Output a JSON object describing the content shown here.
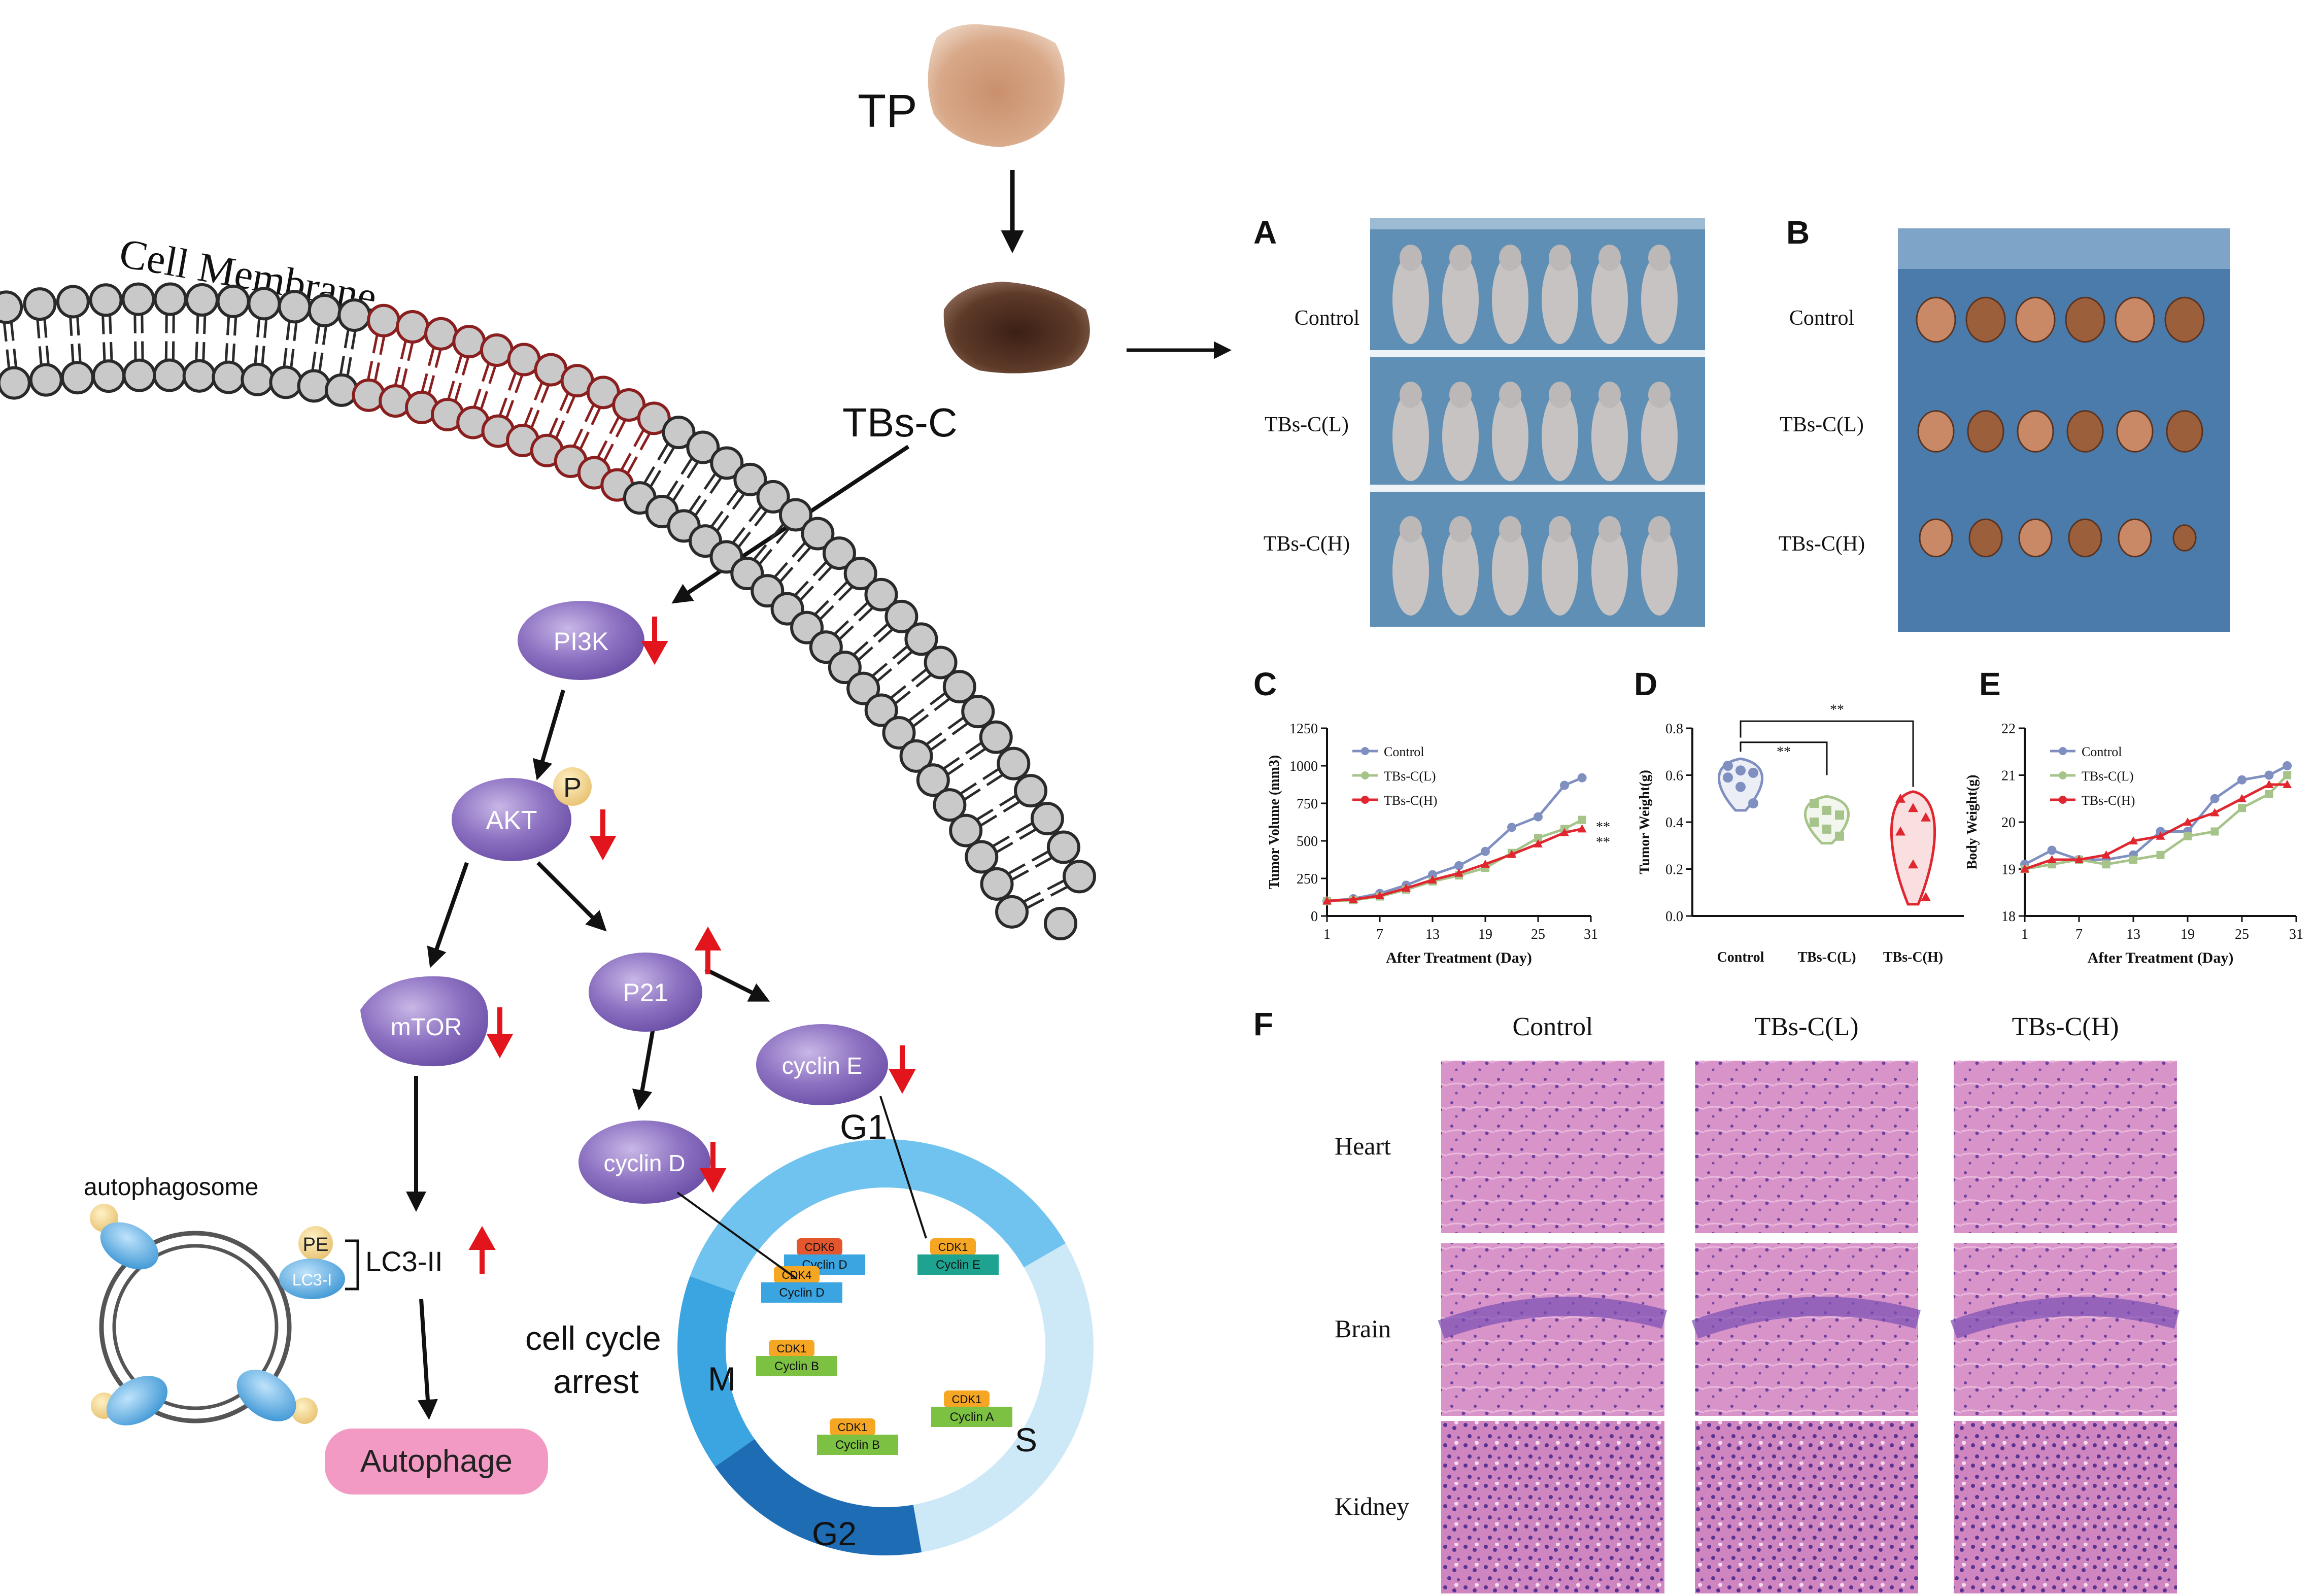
{
  "top": {
    "tp_label": "TP",
    "tbsc_label": "TBs-C"
  },
  "membrane": {
    "title": "Cell Membrane"
  },
  "pathway": {
    "pi3k": "PI3K",
    "akt": "AKT",
    "p_badge": "P",
    "mtor": "mTOR",
    "p21": "P21",
    "cyclin_e": "cyclin E",
    "cyclin_d": "cyclin D",
    "autophage": "Autophage",
    "autophagosome": "autophagosome",
    "pe": "PE",
    "lc3_1": "LC3-I",
    "lc3_2": "LC3-II",
    "cell_cycle_arrest_l1": "cell cycle",
    "cell_cycle_arrest_l2": "arrest"
  },
  "cell_cycle": {
    "g1": "G1",
    "s": "S",
    "g2": "G2",
    "m": "M",
    "complexes": [
      {
        "top": "CDK6",
        "bottom": "Cyclin D"
      },
      {
        "top": "CDK4",
        "bottom": "Cyclin D"
      },
      {
        "top": "CDK1",
        "bottom": "Cyclin E"
      },
      {
        "top": "CDK1",
        "bottom": "Cyclin B"
      },
      {
        "top": "CDK1",
        "bottom": "Cyclin A"
      },
      {
        "top": "CDK1",
        "bottom": "Cyclin B"
      }
    ]
  },
  "panels": {
    "a": "A",
    "b": "B",
    "c": "C",
    "d": "D",
    "e": "E",
    "f": "F",
    "groups": [
      "Control",
      "TBs-C(L)",
      "TBs-C(H)"
    ],
    "tissues": [
      "Heart",
      "Brain",
      "Kidney"
    ]
  },
  "chart_data": [
    {
      "type": "line",
      "panel": "C",
      "ylabel": "Tumor Volume (mm3)",
      "xlabel": "After Treatment  (Day)",
      "xlim": [
        1,
        31
      ],
      "ylim": [
        0,
        1250
      ],
      "xticks": [
        1,
        7,
        13,
        19,
        25,
        31
      ],
      "yticks": [
        0,
        250,
        500,
        750,
        1000,
        1250
      ],
      "x": [
        1,
        4,
        7,
        10,
        13,
        16,
        19,
        22,
        25,
        28,
        30
      ],
      "legend_placement": "top-left",
      "significance": [
        "**",
        "**"
      ],
      "series": [
        {
          "name": "Control",
          "color": "#7f8fc0",
          "values": [
            100,
            115,
            150,
            205,
            275,
            335,
            430,
            590,
            660,
            870,
            920
          ]
        },
        {
          "name": "TBs-C(L)",
          "color": "#a6c48a",
          "values": [
            100,
            105,
            130,
            175,
            230,
            270,
            320,
            420,
            520,
            580,
            640
          ]
        },
        {
          "name": "TBs-C(H)",
          "color": "#e0262f",
          "values": [
            100,
            110,
            135,
            185,
            240,
            285,
            345,
            410,
            480,
            555,
            580
          ]
        }
      ]
    },
    {
      "type": "violin",
      "panel": "D",
      "ylabel": "Tumor Weight(g)",
      "ylim": [
        0.0,
        0.8
      ],
      "yticks": [
        0.0,
        0.2,
        0.4,
        0.6,
        0.8
      ],
      "categories": [
        "Control",
        "TBs-C(L)",
        "TBs-C(H)"
      ],
      "significance": [
        "**",
        "**"
      ],
      "series": [
        {
          "name": "Control",
          "color": "#7f8fc0",
          "values": [
            0.64,
            0.62,
            0.61,
            0.59,
            0.55,
            0.48
          ]
        },
        {
          "name": "TBs-C(L)",
          "color": "#a6c48a",
          "values": [
            0.48,
            0.45,
            0.43,
            0.4,
            0.37,
            0.34
          ]
        },
        {
          "name": "TBs-C(H)",
          "color": "#e0262f",
          "values": [
            0.5,
            0.46,
            0.42,
            0.36,
            0.22,
            0.08
          ]
        }
      ]
    },
    {
      "type": "line",
      "panel": "E",
      "ylabel": "Body  Weight(g)",
      "xlabel": "After Treatment  (Day)",
      "xlim": [
        1,
        31
      ],
      "ylim": [
        18,
        22
      ],
      "xticks": [
        1,
        7,
        13,
        19,
        25,
        31
      ],
      "yticks": [
        18,
        19,
        20,
        21,
        22
      ],
      "x": [
        1,
        4,
        7,
        10,
        13,
        16,
        19,
        22,
        25,
        28,
        30
      ],
      "legend_placement": "top-left",
      "series": [
        {
          "name": "Control",
          "color": "#7f8fc0",
          "values": [
            19.1,
            19.4,
            19.2,
            19.2,
            19.3,
            19.8,
            19.8,
            20.5,
            20.9,
            21.0,
            21.2
          ]
        },
        {
          "name": "TBs-C(L)",
          "color": "#a6c48a",
          "values": [
            19.0,
            19.1,
            19.2,
            19.1,
            19.2,
            19.3,
            19.7,
            19.8,
            20.3,
            20.6,
            21.0
          ]
        },
        {
          "name": "TBs-C(H)",
          "color": "#e0262f",
          "values": [
            19.0,
            19.2,
            19.2,
            19.3,
            19.6,
            19.7,
            20.0,
            20.2,
            20.5,
            20.8,
            20.8
          ]
        }
      ]
    }
  ]
}
